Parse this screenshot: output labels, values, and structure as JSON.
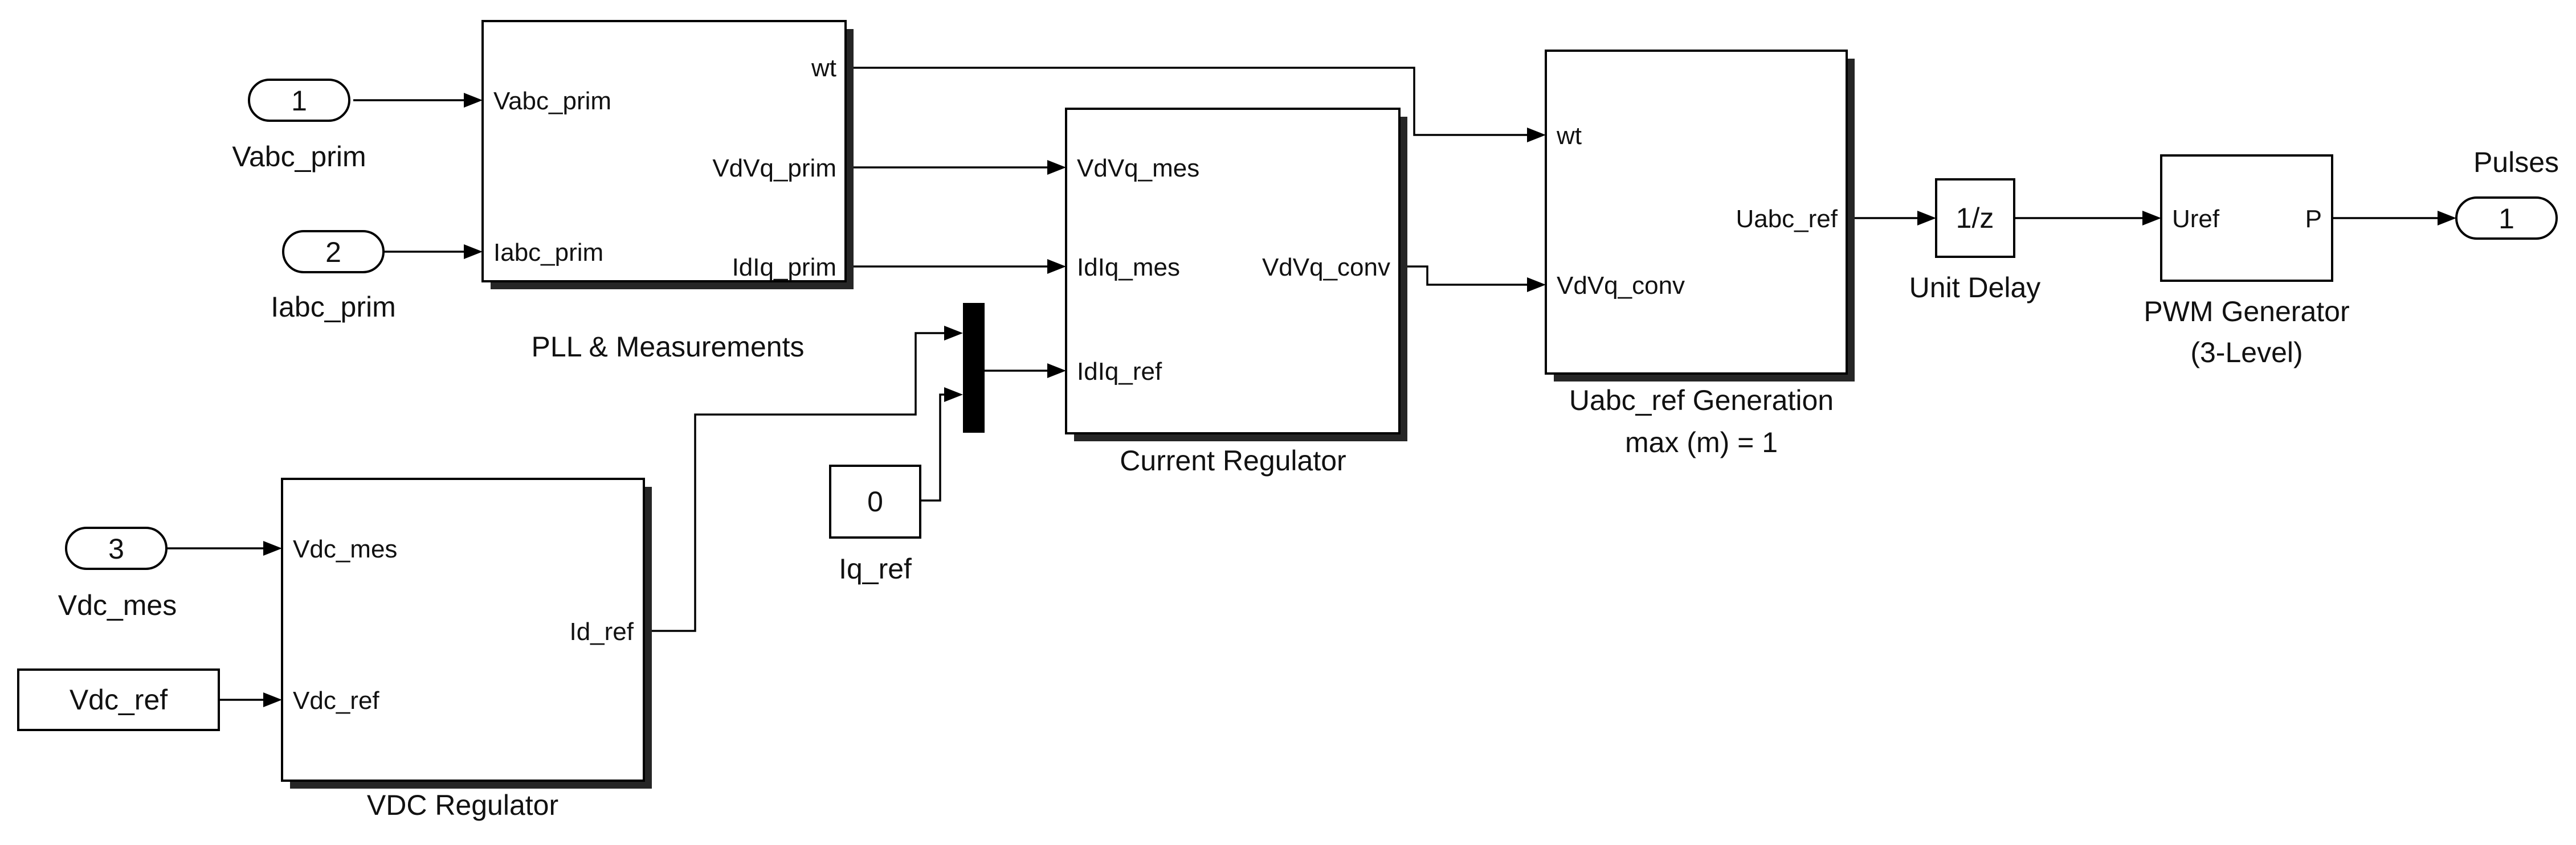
{
  "inports": [
    {
      "number": "1",
      "name": "Vabc_prim"
    },
    {
      "number": "2",
      "name": "Iabc_prim"
    },
    {
      "number": "3",
      "name": "Vdc_mes"
    }
  ],
  "outport": {
    "number": "1",
    "name": "Pulses"
  },
  "constants": {
    "vdc_ref": {
      "value": "Vdc_ref"
    },
    "iq_ref": {
      "value": "0",
      "name": "Iq_ref"
    }
  },
  "blocks": {
    "pll": {
      "name": "PLL & Measurements",
      "inputs": [
        "Vabc_prim",
        "Iabc_prim"
      ],
      "outputs": [
        "wt",
        "VdVq_prim",
        "IdIq_prim"
      ]
    },
    "current_regulator": {
      "name": "Current Regulator",
      "inputs": [
        "VdVq_mes",
        "IdIq_mes",
        "IdIq_ref"
      ],
      "outputs": [
        "VdVq_conv"
      ]
    },
    "vdc_regulator": {
      "name": "VDC Regulator",
      "inputs": [
        "Vdc_mes",
        "Vdc_ref"
      ],
      "outputs": [
        "Id_ref"
      ]
    },
    "uabc_gen": {
      "name_line1": "Uabc_ref Generation",
      "name_line2": "max (m) = 1",
      "inputs": [
        "wt",
        "VdVq_conv"
      ],
      "outputs": [
        "Uabc_ref"
      ]
    },
    "unit_delay": {
      "text": "1/z",
      "name": "Unit Delay"
    },
    "pwm": {
      "name_line1": "PWM Generator",
      "name_line2": "(3-Level)",
      "inputs": [
        "Uref"
      ],
      "outputs": [
        "P"
      ]
    }
  }
}
